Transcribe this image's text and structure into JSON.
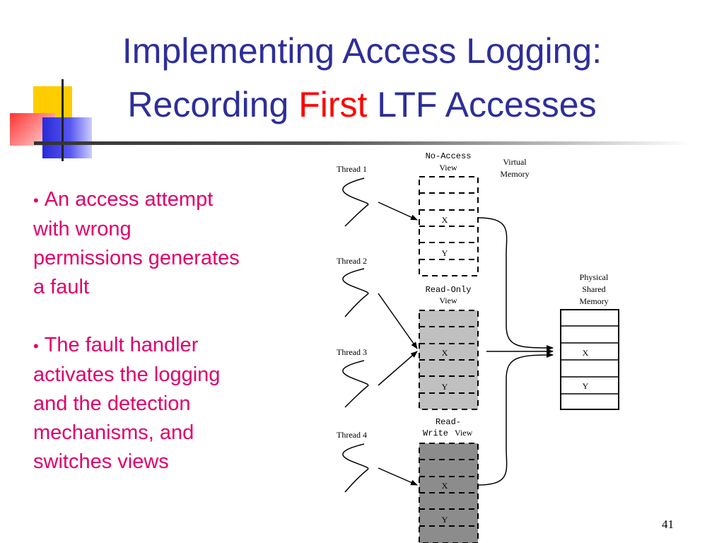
{
  "title": {
    "line1": "Implementing Access Logging:",
    "line2_pre": "Recording ",
    "line2_accent": "First",
    "line2_post": " LTF Accesses"
  },
  "bullets": [
    "An access attempt with wrong permissions generates a fault",
    "The fault handler activates the logging and the detection mechanisms, and switches views"
  ],
  "diagram": {
    "threads": [
      "Thread 1",
      "Thread 2",
      "Thread 3",
      "Thread 4"
    ],
    "views": {
      "no_access": {
        "name": "No-Access",
        "suffix": "View"
      },
      "read_only": {
        "name": "Read-Only",
        "suffix": "View"
      },
      "read_write": {
        "name_line1": "Read-",
        "name_line2": "Write",
        "suffix": "View"
      }
    },
    "cells": {
      "x": "X",
      "y": "Y"
    },
    "virtual_memory": {
      "line1": "Virtual",
      "line2": "Memory"
    },
    "physical_memory": {
      "line1": "Physical",
      "line2": "Shared",
      "line3": "Memory"
    },
    "colors": {
      "no_access": "#ffffff",
      "read_only": "#c0c0c0",
      "read_write": "#8c8c8c"
    }
  },
  "slide_number": "41"
}
